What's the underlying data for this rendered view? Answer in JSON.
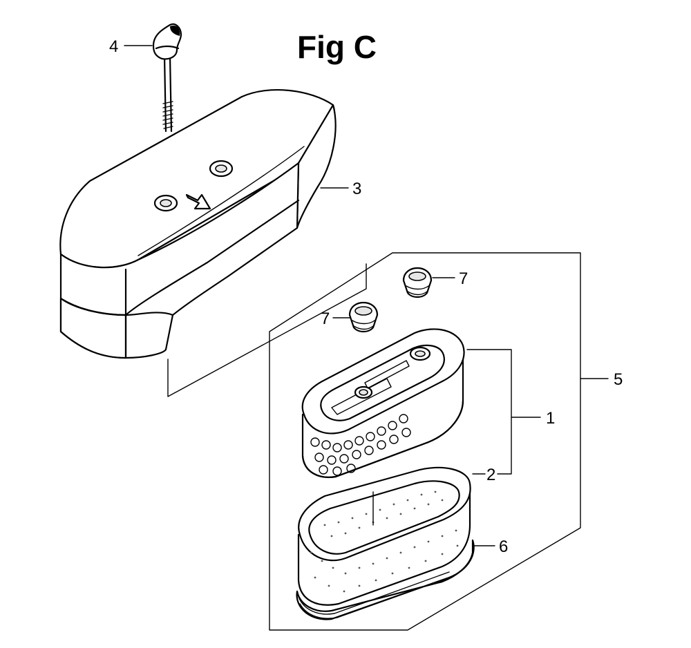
{
  "figure": {
    "title": "Fig C"
  },
  "callouts": [
    {
      "id": "callout-4",
      "label": "4"
    },
    {
      "id": "callout-3",
      "label": "3"
    },
    {
      "id": "callout-7a",
      "label": "7"
    },
    {
      "id": "callout-7b",
      "label": "7"
    },
    {
      "id": "callout-5",
      "label": "5"
    },
    {
      "id": "callout-1",
      "label": "1"
    },
    {
      "id": "callout-2",
      "label": "2"
    },
    {
      "id": "callout-6",
      "label": "6"
    }
  ]
}
